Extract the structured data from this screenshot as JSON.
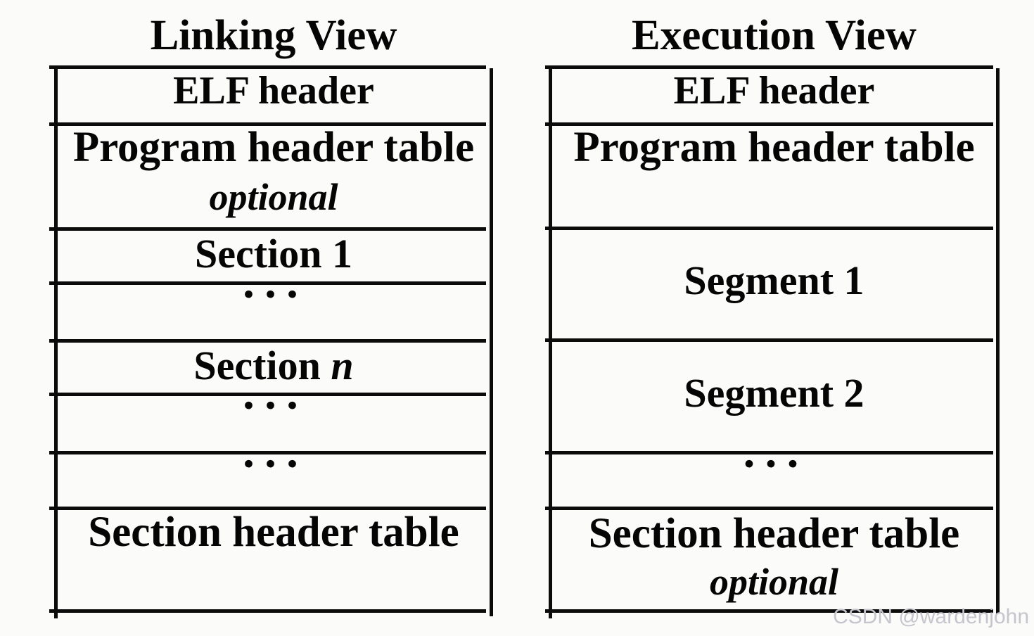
{
  "colors": {
    "background": "#fbfbfa",
    "line": "#0b0b0b",
    "text": "#050505",
    "watermark": "#c5c5cd"
  },
  "linking_view": {
    "title": "Linking View",
    "rows": [
      {
        "name": "elf-header",
        "text": "ELF header"
      },
      {
        "name": "program-header-table",
        "text": "Program header table",
        "note": "optional"
      },
      {
        "name": "section-1",
        "text": "Section 1"
      },
      {
        "name": "ellipsis-1",
        "text": "···"
      },
      {
        "name": "section-n",
        "text": "Section ",
        "var": "n"
      },
      {
        "name": "ellipsis-2",
        "text": "···"
      },
      {
        "name": "ellipsis-3",
        "text": "···"
      },
      {
        "name": "section-header-table",
        "text": "Section header table"
      }
    ]
  },
  "execution_view": {
    "title": "Execution View",
    "rows": [
      {
        "name": "elf-header",
        "text": "ELF header"
      },
      {
        "name": "program-header-table",
        "text": "Program header table"
      },
      {
        "name": "segment-1",
        "text": "Segment 1"
      },
      {
        "name": "segment-2",
        "text": "Segment 2"
      },
      {
        "name": "ellipsis",
        "text": "···"
      },
      {
        "name": "section-header-table",
        "text": "Section header table",
        "note": "optional"
      }
    ]
  },
  "watermark": {
    "text": "CSDN @wardenjohn"
  }
}
